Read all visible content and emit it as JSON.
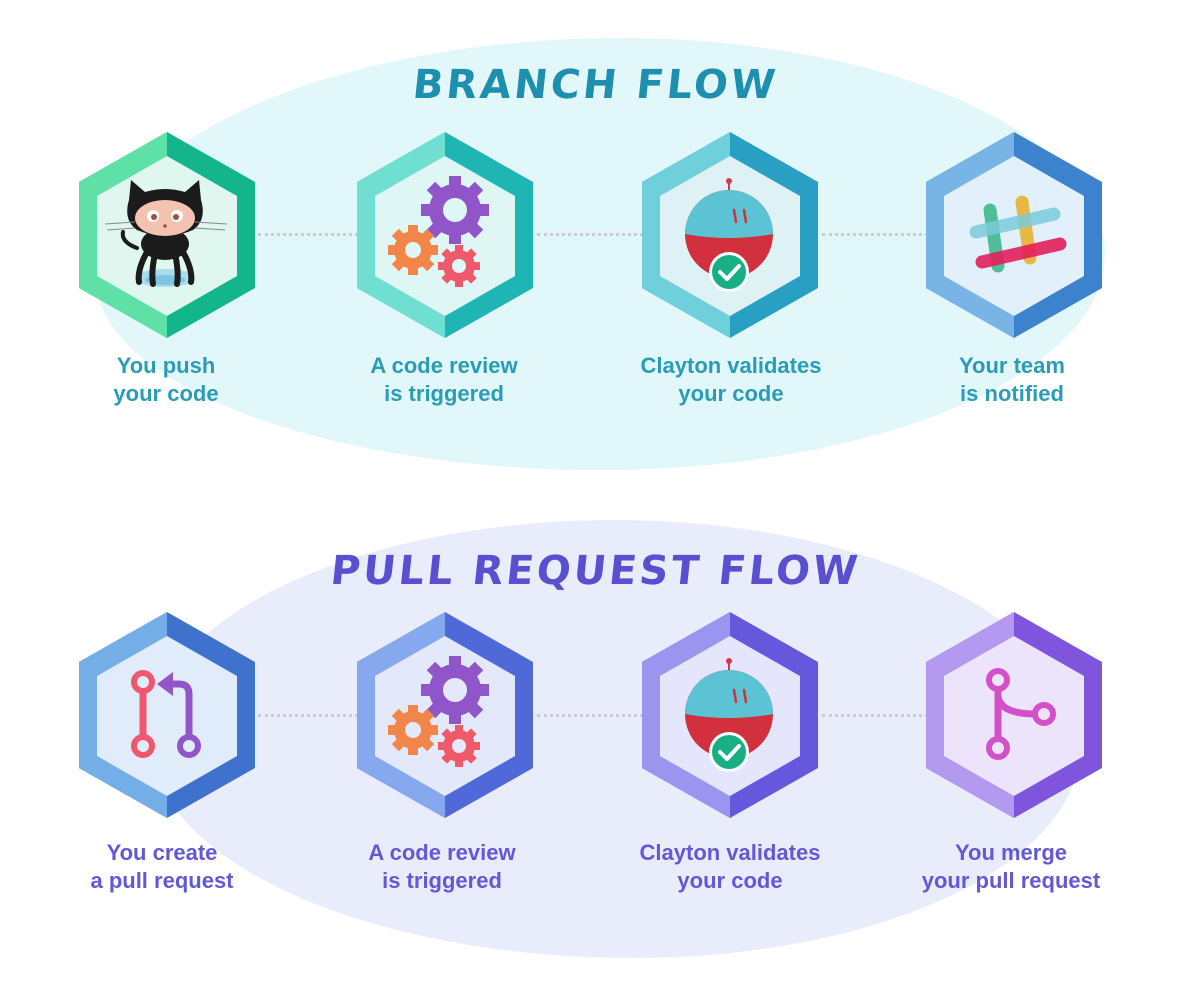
{
  "branch_flow": {
    "title": "BRANCH FLOW",
    "steps": [
      {
        "line1": "You push",
        "line2": "your code",
        "icon": "octocat-icon"
      },
      {
        "line1": "A code review",
        "line2": "is triggered",
        "icon": "gears-icon"
      },
      {
        "line1": "Clayton validates",
        "line2": "your code",
        "icon": "robot-check-icon"
      },
      {
        "line1": "Your team",
        "line2": "is notified",
        "icon": "slack-icon"
      }
    ]
  },
  "pull_request_flow": {
    "title": "PULL REQUEST FLOW",
    "steps": [
      {
        "line1": "You create",
        "line2": "a pull request",
        "icon": "pull-request-icon"
      },
      {
        "line1": "A code review",
        "line2": "is triggered",
        "icon": "gears-icon"
      },
      {
        "line1": "Clayton validates",
        "line2": "your code",
        "icon": "robot-check-icon"
      },
      {
        "line1": "You merge",
        "line2": "your pull request",
        "icon": "merge-icon"
      }
    ]
  },
  "colors": {
    "branch_text": "#2a9cb6",
    "branch_title": "#1f8fb0",
    "pr_text": "#6458d6",
    "pr_title": "#5a4fd0"
  }
}
